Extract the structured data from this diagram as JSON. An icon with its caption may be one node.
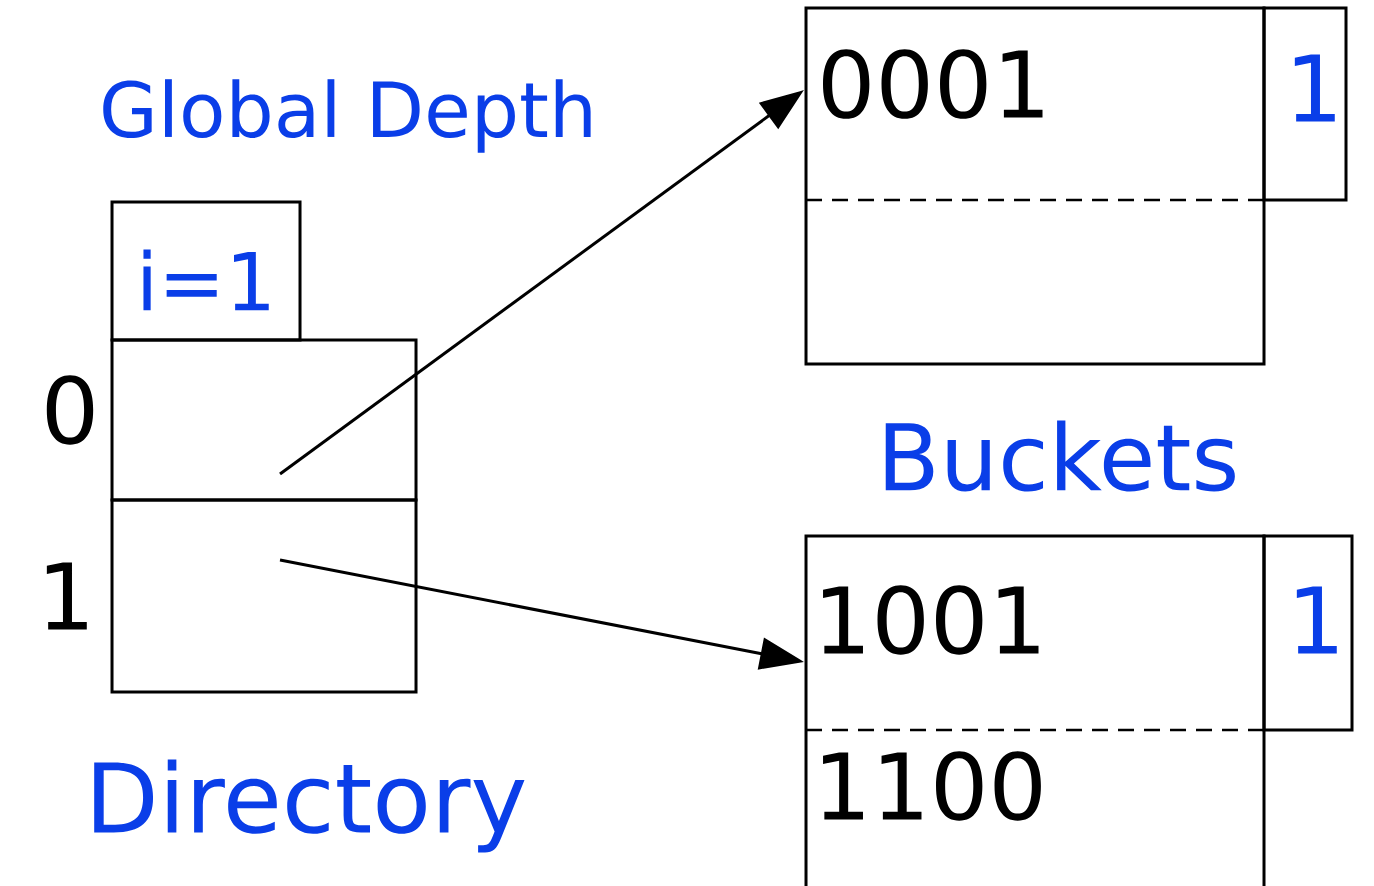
{
  "diagram": {
    "nodes": [
      {
        "text": [
          "i=1"
        ]
      },
      {
        "text": [],
        "shape": "box",
        "beside": [
          "0"
        ]
      },
      {
        "text": [],
        "shape": "box",
        "beside": [
          "1"
        ]
      },
      {
        "text": [
          "0001"
        ]
      },
      {
        "text": [
          "1"
        ]
      },
      {
        "text": [
          "1001",
          "1100"
        ]
      },
      {
        "text": [
          "1"
        ]
      }
    ],
    "edges": [
      {
        "from": 1,
        "to": 3,
        "arrow": "to"
      },
      {
        "from": 2,
        "to": 5,
        "arrow": "to"
      }
    ],
    "labels": [
      "Global Depth",
      "Buckets",
      "Directory"
    ]
  }
}
